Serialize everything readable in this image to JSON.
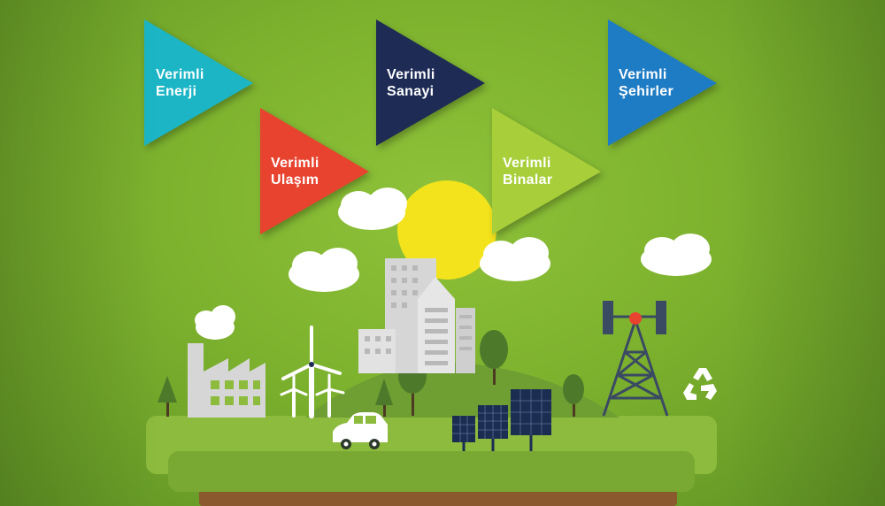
{
  "triangles": [
    {
      "line1": "Verimli",
      "line2": "Enerji",
      "color": "#1bb5c6"
    },
    {
      "line1": "Verimli",
      "line2": "Ulaşım",
      "color": "#e8432f"
    },
    {
      "line1": "Verimli",
      "line2": "Sanayi",
      "color": "#1d2b55"
    },
    {
      "line1": "Verimli",
      "line2": "Binalar",
      "color": "#a8cf3a"
    },
    {
      "line1": "Verimli",
      "line2": "Şehirler",
      "color": "#1e7cc4"
    }
  ],
  "colors": {
    "background": "#7db22e",
    "sun": "#f3e31c",
    "ground": "#8dbb3d",
    "hill": "#6f9e33",
    "building": "#d6d6d6",
    "solar_panel": "#1c2d52",
    "tower": "#3b4a63",
    "tower_light": "#e8432f",
    "tree": "#4d7a2a",
    "soil": "#8a5a2e"
  },
  "icons": [
    "cloud-icon",
    "sun-icon",
    "factory-icon",
    "wind-turbine-icon",
    "office-building-icon",
    "tree-icon",
    "car-icon",
    "solar-panel-icon",
    "communication-tower-icon",
    "recycle-icon"
  ]
}
